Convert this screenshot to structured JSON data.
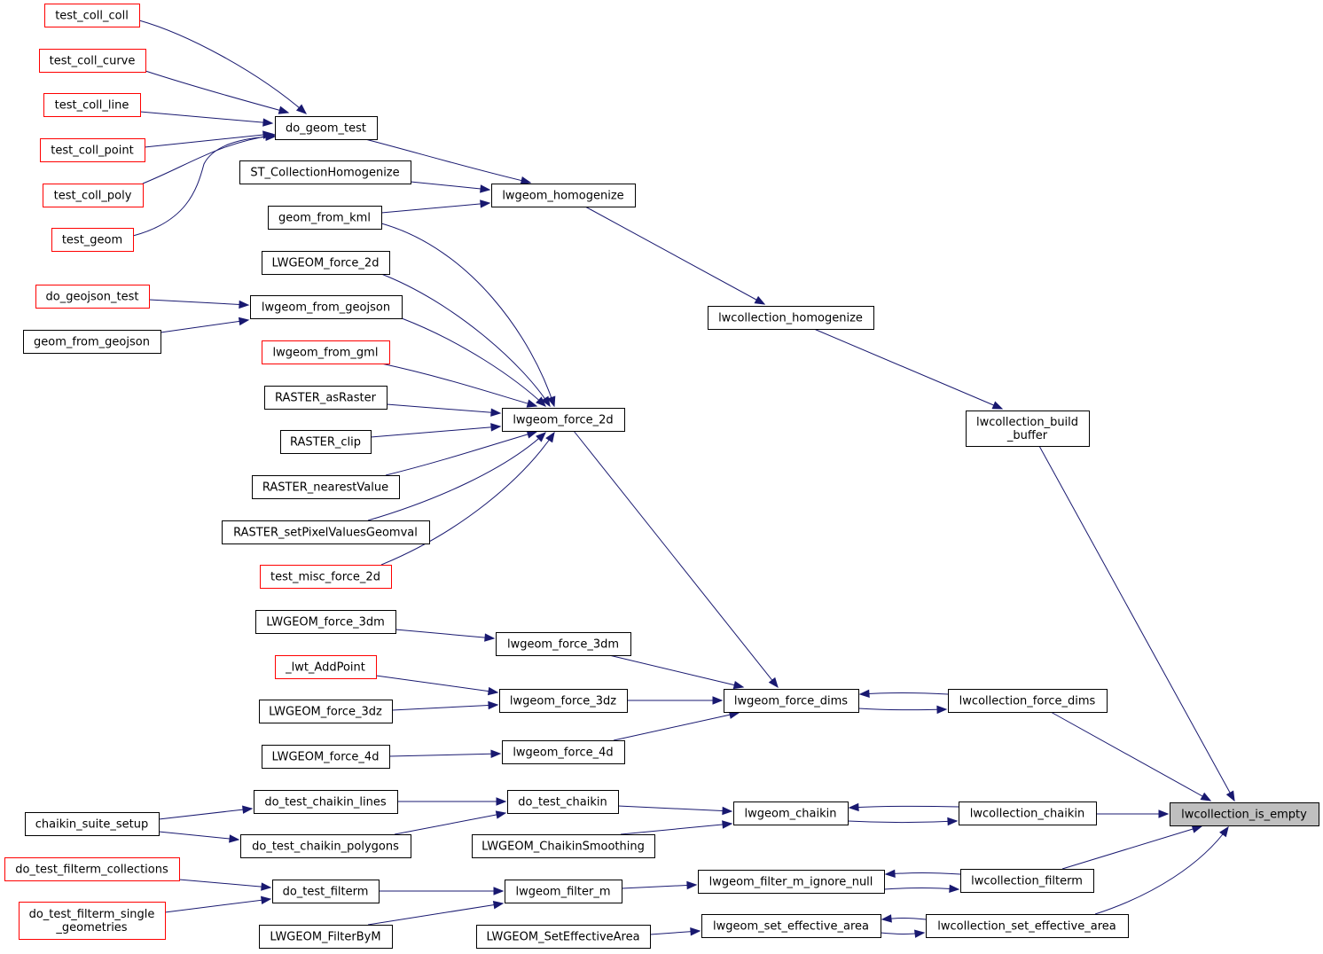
{
  "colors": {
    "edge": "#191970",
    "node_border": "#000000",
    "truncated_node_border": "#ff0000",
    "focus_fill": "#bfbfbf",
    "background": "#ffffff"
  },
  "nodes": [
    {
      "id": "lwcollection_is_empty",
      "label": "lwcollection_is_empty",
      "style": "focus"
    },
    {
      "id": "test_coll_coll",
      "label": "test_coll_coll",
      "style": "truncated"
    },
    {
      "id": "test_coll_curve",
      "label": "test_coll_curve",
      "style": "truncated"
    },
    {
      "id": "test_coll_line",
      "label": "test_coll_line",
      "style": "truncated"
    },
    {
      "id": "test_coll_point",
      "label": "test_coll_point",
      "style": "truncated"
    },
    {
      "id": "test_coll_poly",
      "label": "test_coll_poly",
      "style": "truncated"
    },
    {
      "id": "test_geom",
      "label": "test_geom",
      "style": "truncated"
    },
    {
      "id": "do_geom_test",
      "label": "do_geom_test",
      "style": "normal"
    },
    {
      "id": "ST_CollectionHomogenize",
      "label": "ST_CollectionHomogenize",
      "style": "normal"
    },
    {
      "id": "lwgeom_homogenize",
      "label": "lwgeom_homogenize",
      "style": "normal"
    },
    {
      "id": "geom_from_kml",
      "label": "geom_from_kml",
      "style": "normal"
    },
    {
      "id": "LWGEOM_force_2d",
      "label": "LWGEOM_force_2d",
      "style": "normal"
    },
    {
      "id": "do_geojson_test",
      "label": "do_geojson_test",
      "style": "truncated"
    },
    {
      "id": "lwgeom_from_geojson",
      "label": "lwgeom_from_geojson",
      "style": "normal"
    },
    {
      "id": "geom_from_geojson",
      "label": "geom_from_geojson",
      "style": "normal"
    },
    {
      "id": "lwgeom_from_gml",
      "label": "lwgeom_from_gml",
      "style": "truncated"
    },
    {
      "id": "RASTER_asRaster",
      "label": "RASTER_asRaster",
      "style": "normal"
    },
    {
      "id": "RASTER_clip",
      "label": "RASTER_clip",
      "style": "normal"
    },
    {
      "id": "RASTER_nearestValue",
      "label": "RASTER_nearestValue",
      "style": "normal"
    },
    {
      "id": "RASTER_setPixelValuesGeomval",
      "label": "RASTER_setPixelValuesGeomval",
      "style": "normal"
    },
    {
      "id": "test_misc_force_2d",
      "label": "test_misc_force_2d",
      "style": "truncated"
    },
    {
      "id": "lwgeom_force_2d",
      "label": "lwgeom_force_2d",
      "style": "normal"
    },
    {
      "id": "lwcollection_homogenize",
      "label": "lwcollection_homogenize",
      "style": "normal"
    },
    {
      "id": "lwcollection_build_buffer",
      "label": "lwcollection_build\n_buffer",
      "style": "normal"
    },
    {
      "id": "LWGEOM_force_3dm",
      "label": "LWGEOM_force_3dm",
      "style": "normal"
    },
    {
      "id": "lwgeom_force_3dm",
      "label": "lwgeom_force_3dm",
      "style": "normal"
    },
    {
      "id": "_lwt_AddPoint",
      "label": "_lwt_AddPoint",
      "style": "truncated"
    },
    {
      "id": "LWGEOM_force_3dz",
      "label": "LWGEOM_force_3dz",
      "style": "normal"
    },
    {
      "id": "lwgeom_force_3dz",
      "label": "lwgeom_force_3dz",
      "style": "normal"
    },
    {
      "id": "LWGEOM_force_4d",
      "label": "LWGEOM_force_4d",
      "style": "normal"
    },
    {
      "id": "lwgeom_force_4d",
      "label": "lwgeom_force_4d",
      "style": "normal"
    },
    {
      "id": "lwgeom_force_dims",
      "label": "lwgeom_force_dims",
      "style": "normal"
    },
    {
      "id": "lwcollection_force_dims",
      "label": "lwcollection_force_dims",
      "style": "normal"
    },
    {
      "id": "do_test_chaikin_lines",
      "label": "do_test_chaikin_lines",
      "style": "normal"
    },
    {
      "id": "chaikin_suite_setup",
      "label": "chaikin_suite_setup",
      "style": "normal"
    },
    {
      "id": "do_test_chaikin_polygons",
      "label": "do_test_chaikin_polygons",
      "style": "normal"
    },
    {
      "id": "do_test_chaikin",
      "label": "do_test_chaikin",
      "style": "normal"
    },
    {
      "id": "LWGEOM_ChaikinSmoothing",
      "label": "LWGEOM_ChaikinSmoothing",
      "style": "normal"
    },
    {
      "id": "lwgeom_chaikin",
      "label": "lwgeom_chaikin",
      "style": "normal"
    },
    {
      "id": "lwcollection_chaikin",
      "label": "lwcollection_chaikin",
      "style": "normal"
    },
    {
      "id": "do_test_filterm_collections",
      "label": "do_test_filterm_collections",
      "style": "truncated"
    },
    {
      "id": "do_test_filterm_single_geometries",
      "label": "do_test_filterm_single\n_geometries",
      "style": "truncated"
    },
    {
      "id": "do_test_filterm",
      "label": "do_test_filterm",
      "style": "normal"
    },
    {
      "id": "LWGEOM_FilterByM",
      "label": "LWGEOM_FilterByM",
      "style": "normal"
    },
    {
      "id": "lwgeom_filter_m",
      "label": "lwgeom_filter_m",
      "style": "normal"
    },
    {
      "id": "lwgeom_filter_m_ignore_null",
      "label": "lwgeom_filter_m_ignore_null",
      "style": "normal"
    },
    {
      "id": "lwcollection_filterm",
      "label": "lwcollection_filterm",
      "style": "normal"
    },
    {
      "id": "LWGEOM_SetEffectiveArea",
      "label": "LWGEOM_SetEffectiveArea",
      "style": "normal"
    },
    {
      "id": "lwgeom_set_effective_area",
      "label": "lwgeom_set_effective_area",
      "style": "normal"
    },
    {
      "id": "lwcollection_set_effective_area",
      "label": "lwcollection_set_effective_area",
      "style": "normal"
    }
  ],
  "edges": [
    {
      "from": "test_coll_coll",
      "to": "do_geom_test"
    },
    {
      "from": "test_coll_curve",
      "to": "do_geom_test"
    },
    {
      "from": "test_coll_line",
      "to": "do_geom_test"
    },
    {
      "from": "test_coll_point",
      "to": "do_geom_test"
    },
    {
      "from": "test_coll_poly",
      "to": "do_geom_test"
    },
    {
      "from": "test_geom",
      "to": "do_geom_test"
    },
    {
      "from": "do_geom_test",
      "to": "lwgeom_homogenize"
    },
    {
      "from": "ST_CollectionHomogenize",
      "to": "lwgeom_homogenize"
    },
    {
      "from": "geom_from_kml",
      "to": "lwgeom_homogenize"
    },
    {
      "from": "geom_from_kml",
      "to": "lwgeom_force_2d"
    },
    {
      "from": "LWGEOM_force_2d",
      "to": "lwgeom_force_2d"
    },
    {
      "from": "do_geojson_test",
      "to": "lwgeom_from_geojson"
    },
    {
      "from": "geom_from_geojson",
      "to": "lwgeom_from_geojson"
    },
    {
      "from": "lwgeom_from_geojson",
      "to": "lwgeom_force_2d"
    },
    {
      "from": "lwgeom_from_gml",
      "to": "lwgeom_force_2d"
    },
    {
      "from": "RASTER_asRaster",
      "to": "lwgeom_force_2d"
    },
    {
      "from": "RASTER_clip",
      "to": "lwgeom_force_2d"
    },
    {
      "from": "RASTER_nearestValue",
      "to": "lwgeom_force_2d"
    },
    {
      "from": "RASTER_setPixelValuesGeomval",
      "to": "lwgeom_force_2d"
    },
    {
      "from": "test_misc_force_2d",
      "to": "lwgeom_force_2d"
    },
    {
      "from": "lwgeom_homogenize",
      "to": "lwcollection_homogenize"
    },
    {
      "from": "lwcollection_homogenize",
      "to": "lwcollection_build_buffer"
    },
    {
      "from": "lwcollection_build_buffer",
      "to": "lwcollection_is_empty"
    },
    {
      "from": "lwgeom_force_2d",
      "to": "lwgeom_force_dims"
    },
    {
      "from": "LWGEOM_force_3dm",
      "to": "lwgeom_force_3dm"
    },
    {
      "from": "lwgeom_force_3dm",
      "to": "lwgeom_force_dims"
    },
    {
      "from": "_lwt_AddPoint",
      "to": "lwgeom_force_3dz"
    },
    {
      "from": "LWGEOM_force_3dz",
      "to": "lwgeom_force_3dz"
    },
    {
      "from": "lwgeom_force_3dz",
      "to": "lwgeom_force_dims"
    },
    {
      "from": "LWGEOM_force_4d",
      "to": "lwgeom_force_4d"
    },
    {
      "from": "lwgeom_force_4d",
      "to": "lwgeom_force_dims"
    },
    {
      "from": "lwgeom_force_dims",
      "to": "lwcollection_force_dims"
    },
    {
      "from": "lwcollection_force_dims",
      "to": "lwgeom_force_dims"
    },
    {
      "from": "lwcollection_force_dims",
      "to": "lwcollection_is_empty"
    },
    {
      "from": "chaikin_suite_setup",
      "to": "do_test_chaikin_lines"
    },
    {
      "from": "chaikin_suite_setup",
      "to": "do_test_chaikin_polygons"
    },
    {
      "from": "do_test_chaikin_lines",
      "to": "do_test_chaikin"
    },
    {
      "from": "do_test_chaikin_polygons",
      "to": "do_test_chaikin"
    },
    {
      "from": "do_test_chaikin",
      "to": "lwgeom_chaikin"
    },
    {
      "from": "LWGEOM_ChaikinSmoothing",
      "to": "lwgeom_chaikin"
    },
    {
      "from": "lwgeom_chaikin",
      "to": "lwcollection_chaikin"
    },
    {
      "from": "lwcollection_chaikin",
      "to": "lwgeom_chaikin"
    },
    {
      "from": "lwcollection_chaikin",
      "to": "lwcollection_is_empty"
    },
    {
      "from": "do_test_filterm_collections",
      "to": "do_test_filterm"
    },
    {
      "from": "do_test_filterm_single_geometries",
      "to": "do_test_filterm"
    },
    {
      "from": "do_test_filterm",
      "to": "lwgeom_filter_m"
    },
    {
      "from": "LWGEOM_FilterByM",
      "to": "lwgeom_filter_m"
    },
    {
      "from": "lwgeom_filter_m",
      "to": "lwgeom_filter_m_ignore_null"
    },
    {
      "from": "lwgeom_filter_m_ignore_null",
      "to": "lwcollection_filterm"
    },
    {
      "from": "lwcollection_filterm",
      "to": "lwgeom_filter_m_ignore_null"
    },
    {
      "from": "lwcollection_filterm",
      "to": "lwcollection_is_empty"
    },
    {
      "from": "LWGEOM_SetEffectiveArea",
      "to": "lwgeom_set_effective_area"
    },
    {
      "from": "lwgeom_set_effective_area",
      "to": "lwcollection_set_effective_area"
    },
    {
      "from": "lwcollection_set_effective_area",
      "to": "lwgeom_set_effective_area"
    },
    {
      "from": "lwcollection_set_effective_area",
      "to": "lwcollection_is_empty"
    }
  ]
}
